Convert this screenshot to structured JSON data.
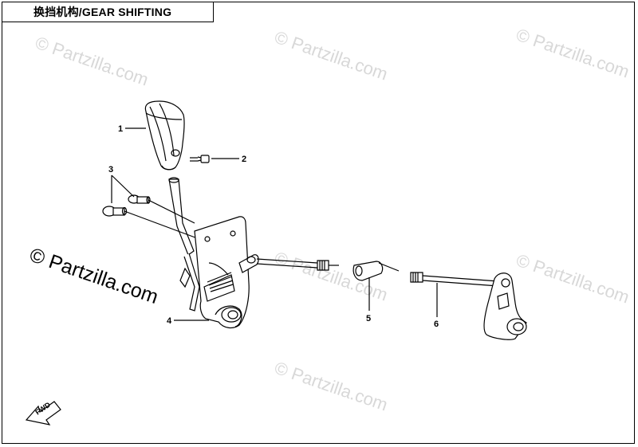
{
  "title": "换挡机构/GEAR SHIFTING",
  "watermarks": [
    "© Partzilla.com",
    "© Partzilla.com",
    "© Partzilla.com",
    "© Partzilla.com",
    "© Partzilla.com",
    "© Partzilla.com"
  ],
  "watermark_main": "© Partzilla.com",
  "callouts": [
    "1",
    "2",
    "3",
    "4",
    "5",
    "6"
  ],
  "fwd_label": "FWD",
  "colors": {
    "line": "#000000",
    "watermark": "#d8d8d8",
    "background": "#ffffff"
  }
}
